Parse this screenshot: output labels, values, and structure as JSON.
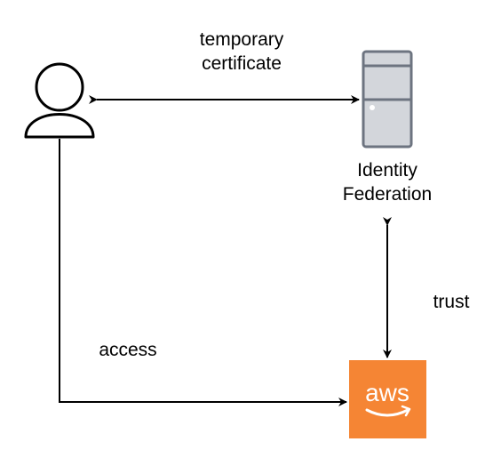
{
  "edges": {
    "certificate": {
      "label_lines": [
        "temporary",
        "certificate"
      ]
    },
    "trust": {
      "label": "trust"
    },
    "access": {
      "label": "access"
    }
  },
  "nodes": {
    "identity_federation": {
      "label_lines": [
        "Identity",
        "Federation"
      ]
    },
    "aws": {
      "logo_text": "aws",
      "color": "#F58534"
    }
  },
  "colors": {
    "stroke": "#000000",
    "server_fill": "#D3D6DB",
    "server_stroke": "#6D7480",
    "aws_orange": "#F58534"
  }
}
